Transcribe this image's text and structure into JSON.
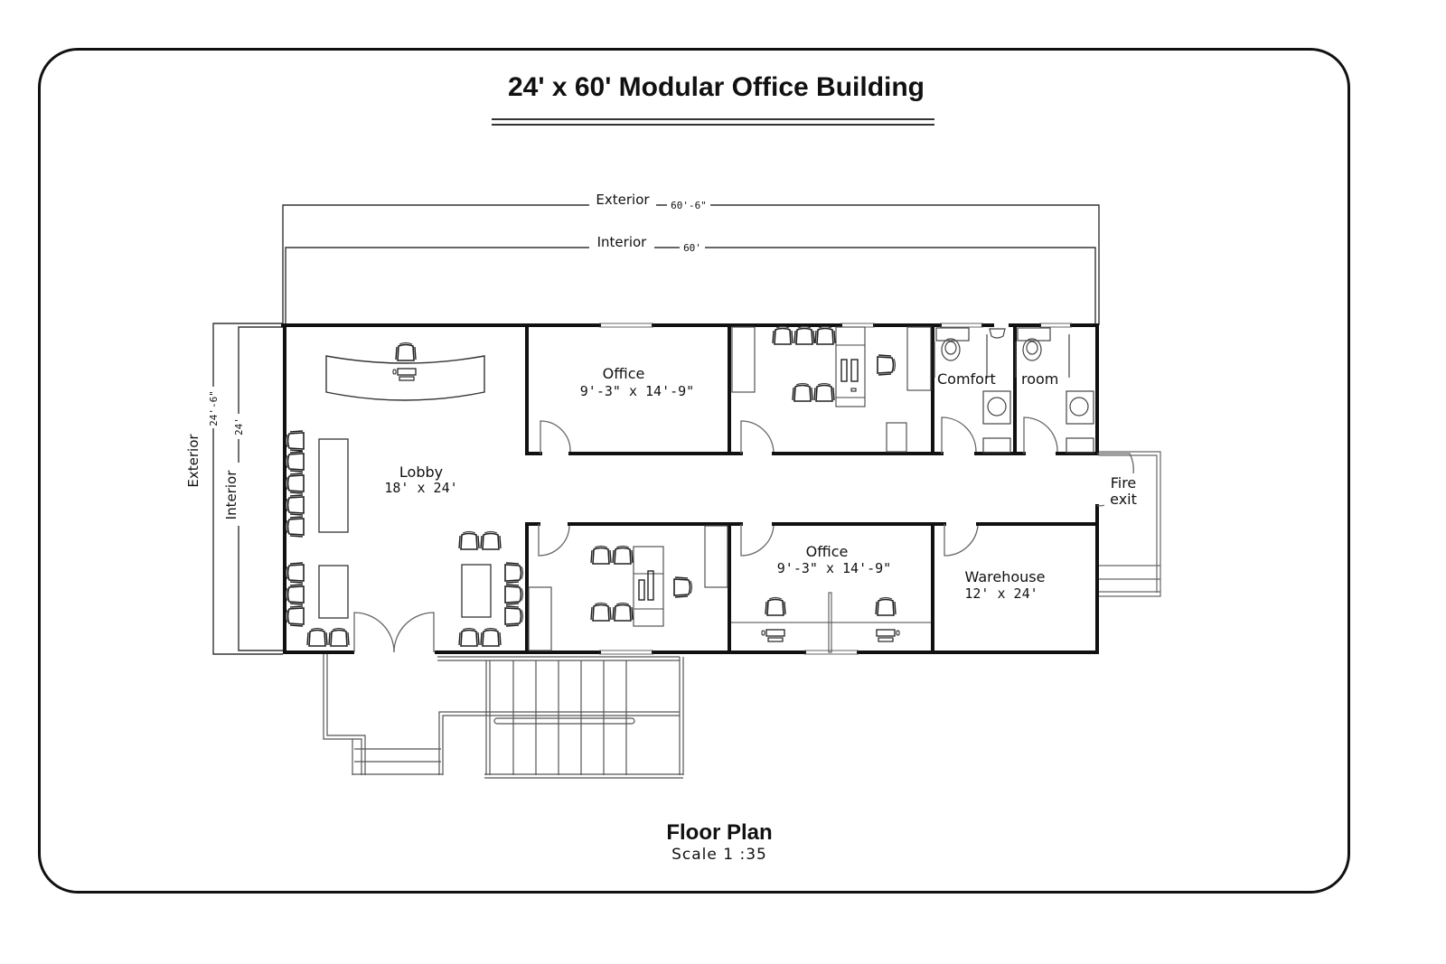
{
  "header": {
    "title": "24' x 60' Modular Office Building"
  },
  "dimensions": {
    "top": {
      "exterior_label": "Exterior",
      "exterior_value": "60'-6\"",
      "interior_label": "Interior",
      "interior_value": "60'"
    },
    "left": {
      "exterior_label": "Exterior",
      "exterior_value": "24'-6\"",
      "interior_label": "Interior",
      "interior_value": "24'"
    }
  },
  "rooms": {
    "lobby": {
      "name": "Lobby",
      "size": "18' x 24'"
    },
    "office_top": {
      "name": "Office",
      "size": "9'-3\" x 14'-9\""
    },
    "office_bottom": {
      "name": "Office",
      "size": "9'-3\" x 14'-9\""
    },
    "comfort_room": {
      "name_left": "Comfort",
      "name_right": "room"
    },
    "fire_exit": {
      "line1": "Fire",
      "line2": "exit"
    },
    "warehouse": {
      "name": "Warehouse",
      "size": "12' x 24'"
    }
  },
  "footer": {
    "title": "Floor Plan",
    "scale": "Scale 1 :35"
  },
  "colors": {
    "wall": "#111111",
    "line": "#333333",
    "fixture": "#666666",
    "background": "#ffffff"
  }
}
